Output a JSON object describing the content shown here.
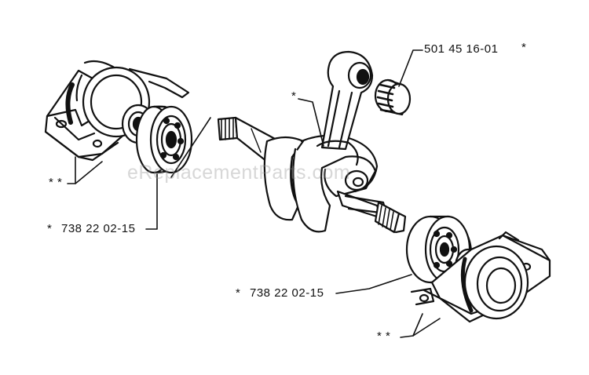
{
  "labels": {
    "top_part_number": "501 45 16-01",
    "top_marker": "*",
    "crank_marker": "*",
    "left_bearing_number": "738 22 02-15",
    "left_bearing_marker": "*",
    "right_bearing_number": "738 22 02-15",
    "right_bearing_marker": "*",
    "left_housing_marker": "* *",
    "right_housing_marker": "* *"
  },
  "watermark": "eReplacementParts.com",
  "colors": {
    "ink": "#111111",
    "paper": "#ffffff",
    "watermark": "#969696"
  }
}
